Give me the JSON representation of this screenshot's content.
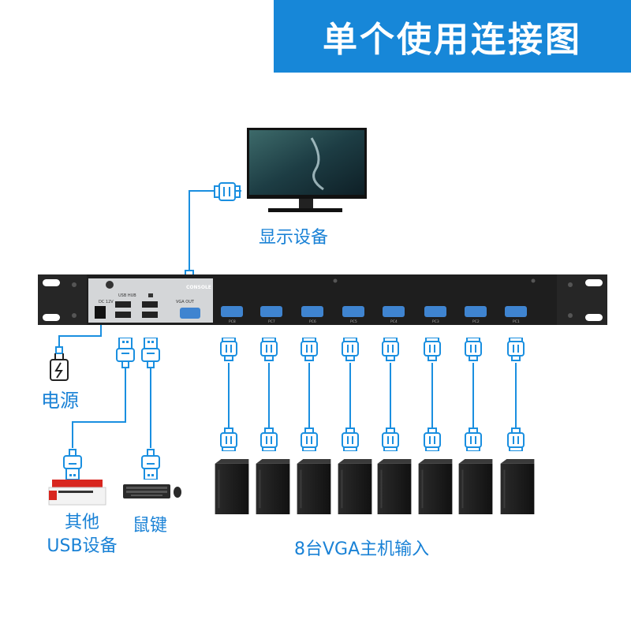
{
  "title": "单个使用连接图",
  "labels": {
    "monitor": "显示设备",
    "power": "电源",
    "other_usb_line1": "其他",
    "other_usb_line2": "USB设备",
    "mouse_keyboard": "鼠键",
    "hosts_input": "8台VGA主机输入"
  },
  "device": {
    "usb_hub_label": "USB HUB",
    "vga_out_label": "VGA OUT",
    "dc_label": "DC 12V",
    "console_label": "CONSOLE",
    "port_labels": [
      "PC8",
      "PC7",
      "PC6",
      "PC5",
      "PC4",
      "PC3",
      "PC2",
      "PC1"
    ]
  },
  "colors": {
    "accent": "#1787d8",
    "line": "#1a8fe0",
    "device": "#202020"
  }
}
